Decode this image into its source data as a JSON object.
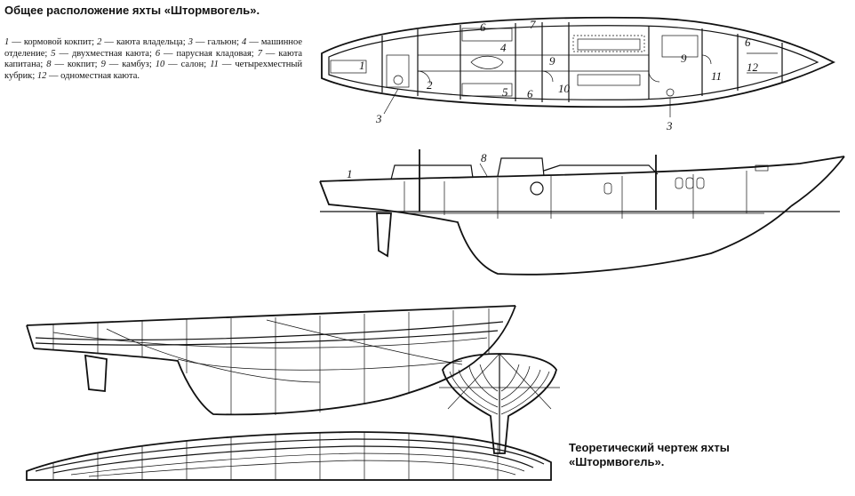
{
  "title": "Общее расположение яхты «Штормвогель».",
  "legend": [
    {
      "n": "1",
      "text": "кормовой кокпит;"
    },
    {
      "n": "2",
      "text": "каюта владельца;"
    },
    {
      "n": "3",
      "text": "гальюн;"
    },
    {
      "n": "4",
      "text": "машинное отделение;"
    },
    {
      "n": "5",
      "text": "двухместная каюта;"
    },
    {
      "n": "6",
      "text": "парусная кладовая;"
    },
    {
      "n": "7",
      "text": "каюта капитана;"
    },
    {
      "n": "8",
      "text": "кокпит;"
    },
    {
      "n": "9",
      "text": "камбуз;"
    },
    {
      "n": "10",
      "text": "салон;"
    },
    {
      "n": "11",
      "text": "четырехместный кубрик;"
    },
    {
      "n": "12",
      "text": "одноместная каюта."
    }
  ],
  "lines_title": "Теоретический чертеж яхты «Штормвогель».",
  "plan_labels": [
    "1",
    "2",
    "3",
    "4",
    "5",
    "6",
    "7",
    "6",
    "9",
    "10",
    "6",
    "9",
    "3",
    "11",
    "6",
    "12"
  ],
  "profile_labels": [
    "1",
    "8"
  ]
}
